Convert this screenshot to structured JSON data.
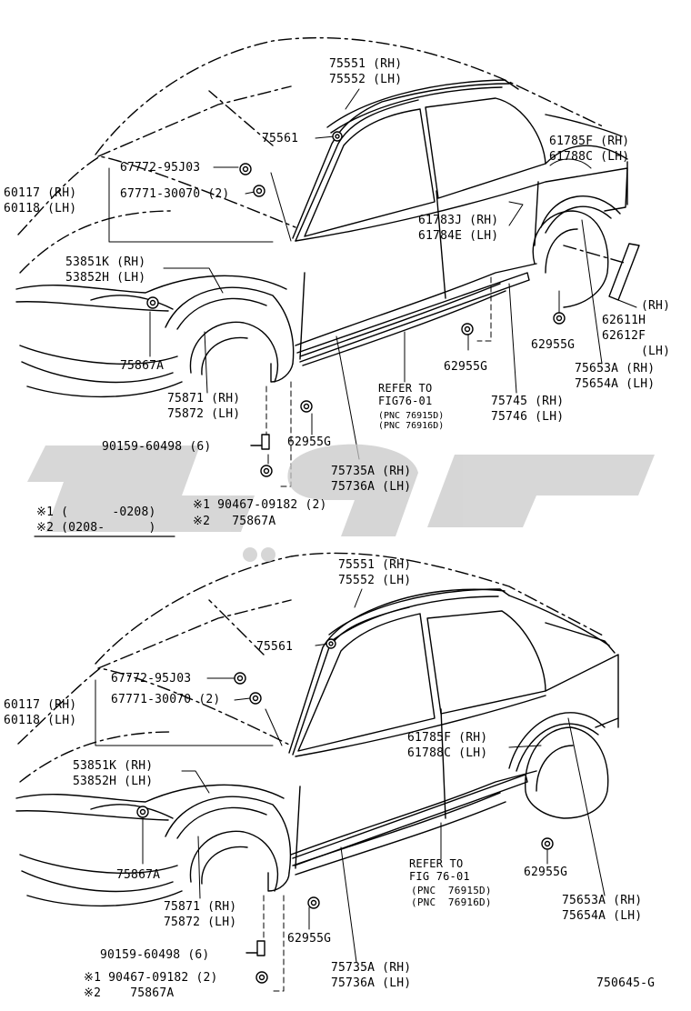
{
  "diagram_code": "750645-G",
  "watermark_text": "سي جي",
  "top": {
    "molding_upper": [
      "75551 (RH)",
      "75552 (LH)"
    ],
    "clip_75561": "75561",
    "clip_95j03": "67772-95J03",
    "clip_30070": "67771-30070 (2)",
    "fender_trim": [
      "60117 (RH)",
      "60118 (LH)"
    ],
    "fender_liner": [
      "53851K (RH)",
      "53852H (LH)"
    ],
    "clip_75867A_left": "75867A",
    "mudguard_front": [
      "75871 (RH)",
      "75872 (LH)"
    ],
    "bolt_90159": "90159-60498 (6)",
    "clip_62955G_mid": "62955G",
    "clip_90467": "※1 90467-09182 (2)",
    "clip_75867A_bottom": "※2   75867A",
    "note1": "※1 (      -0208)",
    "note2": "※2 (0208-      )",
    "molding_rocker": [
      "75735A (RH)",
      "75736A (LH)"
    ],
    "refer": [
      "REFER TO",
      "FIG76-01"
    ],
    "pnc": [
      "(PNC 76915D)",
      "(PNC 76916D)"
    ],
    "clip_62955G_center": "62955G",
    "molding_side": [
      "75745 (RH)",
      "75746 (LH)"
    ],
    "rear_flare": [
      "61783J (RH)",
      "61784E (LH)"
    ],
    "rear_trim": [
      "61785F (RH)",
      "61788C (LH)"
    ],
    "clip_62955G_rear": "62955G",
    "rear_seal": [
      "(RH)",
      "62611H",
      "62612F",
      "(LH)"
    ],
    "rear_mudguard": [
      "75653A (RH)",
      "75654A (LH)"
    ]
  },
  "bottom": {
    "molding_upper": [
      "75551 (RH)",
      "75552 (LH)"
    ],
    "clip_75561": "75561",
    "clip_95j03": "67772-95J03",
    "clip_30070": "67771-30070 (2)",
    "fender_trim": [
      "60117 (RH)",
      "60118 (LH)"
    ],
    "fender_liner": [
      "53851K (RH)",
      "53852H (LH)"
    ],
    "clip_75867A_left": "75867A",
    "mudguard_front": [
      "75871 (RH)",
      "75872 (LH)"
    ],
    "bolt_90159": "90159-60498 (6)",
    "clip_62955G_mid": "62955G",
    "clip_90467": "※1 90467-09182 (2)",
    "clip_75867A_bottom": "※2    75867A",
    "molding_rocker": [
      "75735A (RH)",
      "75736A (LH)"
    ],
    "refer": [
      "REFER TO",
      "FIG 76-01"
    ],
    "pnc": [
      "(PNC  76915D)",
      "(PNC  76916D)"
    ],
    "rear_trim": [
      "61785F (RH)",
      "61788C (LH)"
    ],
    "clip_62955G_rear": "62955G",
    "rear_mudguard": [
      "75653A (RH)",
      "75654A (LH)"
    ]
  }
}
